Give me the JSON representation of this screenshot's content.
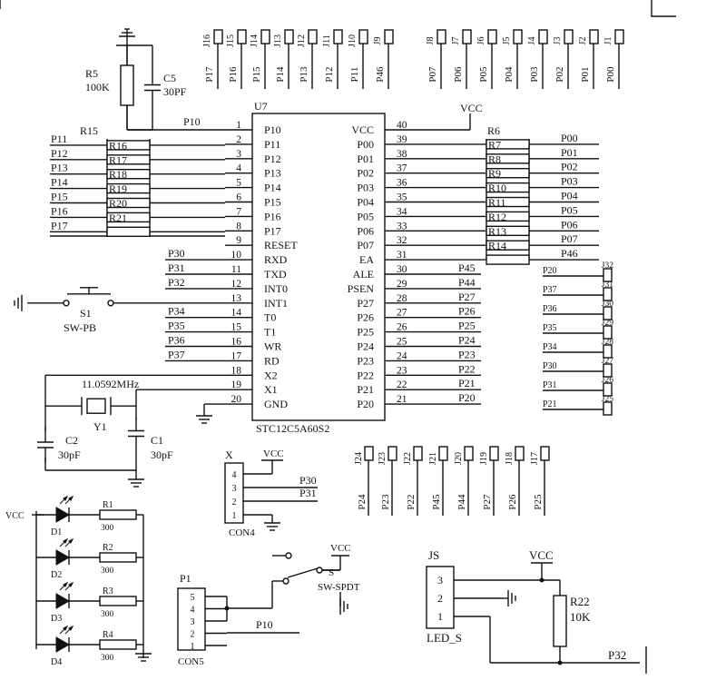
{
  "chip": {
    "ref": "U7",
    "part": "STC12C5A60S2",
    "left": [
      {
        "num": "1",
        "name": "P10"
      },
      {
        "num": "2",
        "name": "P11"
      },
      {
        "num": "3",
        "name": "P12"
      },
      {
        "num": "4",
        "name": "P13"
      },
      {
        "num": "5",
        "name": "P14"
      },
      {
        "num": "6",
        "name": "P15"
      },
      {
        "num": "7",
        "name": "P16"
      },
      {
        "num": "8",
        "name": "P17"
      },
      {
        "num": "9",
        "name": "RESET"
      },
      {
        "num": "10",
        "name": "RXD"
      },
      {
        "num": "11",
        "name": "TXD"
      },
      {
        "num": "12",
        "name": "INT0"
      },
      {
        "num": "13",
        "name": "INT1"
      },
      {
        "num": "14",
        "name": "T0"
      },
      {
        "num": "15",
        "name": "T1"
      },
      {
        "num": "16",
        "name": "WR"
      },
      {
        "num": "17",
        "name": "RD"
      },
      {
        "num": "18",
        "name": "X2"
      },
      {
        "num": "19",
        "name": "X1"
      },
      {
        "num": "20",
        "name": "GND"
      }
    ],
    "right": [
      {
        "num": "40",
        "name": "VCC"
      },
      {
        "num": "39",
        "name": "P00"
      },
      {
        "num": "38",
        "name": "P01"
      },
      {
        "num": "37",
        "name": "P02"
      },
      {
        "num": "36",
        "name": "P03"
      },
      {
        "num": "35",
        "name": "P04"
      },
      {
        "num": "34",
        "name": "P05"
      },
      {
        "num": "33",
        "name": "P06"
      },
      {
        "num": "32",
        "name": "P07"
      },
      {
        "num": "31",
        "name": "EA"
      },
      {
        "num": "30",
        "name": "ALE"
      },
      {
        "num": "29",
        "name": "PSEN"
      },
      {
        "num": "28",
        "name": "P27"
      },
      {
        "num": "27",
        "name": "P26"
      },
      {
        "num": "26",
        "name": "P25"
      },
      {
        "num": "25",
        "name": "P24"
      },
      {
        "num": "24",
        "name": "P23"
      },
      {
        "num": "23",
        "name": "P22"
      },
      {
        "num": "22",
        "name": "P21"
      },
      {
        "num": "21",
        "name": "P20"
      }
    ]
  },
  "left_nets": {
    "pull": [
      "P11",
      "P12",
      "P13",
      "P14",
      "P15",
      "P16",
      "P17"
    ],
    "res": [
      "R16",
      "R17",
      "R18",
      "R19",
      "R20",
      "R21"
    ],
    "r15": "R15",
    "p10": "P10",
    "mid": [
      "P30",
      "P31",
      "P32",
      "",
      "P34",
      "P35",
      "P36",
      "P37"
    ]
  },
  "right_nets": {
    "res": [
      "R7",
      "R8",
      "R9",
      "R10",
      "R11",
      "R12",
      "R13",
      "R14"
    ],
    "nets": [
      "P00",
      "P01",
      "P02",
      "P03",
      "P04",
      "P05",
      "P06",
      "P07",
      "P46"
    ],
    "r6": "R6",
    "vcc": "VCC",
    "mid": [
      "P45",
      "P44",
      "P27",
      "P26",
      "P25",
      "P24",
      "P23",
      "P22",
      "P21",
      "P20"
    ]
  },
  "reset_rc": {
    "r_ref": "R5",
    "r_val": "100K",
    "c_ref": "C5",
    "c_val": "30PF"
  },
  "switch": {
    "ref": "S1",
    "type": "SW-PB"
  },
  "crystal": {
    "freq": "11.0592MHz",
    "ref": "Y1",
    "c2_ref": "C2",
    "c2_val": "30pF",
    "c1_ref": "C1",
    "c1_val": "30pF"
  },
  "top_headers": [
    {
      "j": "J16",
      "net": "P17"
    },
    {
      "j": "J15",
      "net": "P16"
    },
    {
      "j": "J14",
      "net": "P15"
    },
    {
      "j": "J13",
      "net": "P14"
    },
    {
      "j": "J12",
      "net": "P13"
    },
    {
      "j": "J11",
      "net": "P12"
    },
    {
      "j": "J10",
      "net": "P11"
    },
    {
      "j": "J9",
      "net": "P46"
    },
    {
      "j": "J8",
      "net": "P07"
    },
    {
      "j": "J7",
      "net": "P06"
    },
    {
      "j": "J6",
      "net": "P05"
    },
    {
      "j": "J5",
      "net": "P04"
    },
    {
      "j": "J4",
      "net": "P03"
    },
    {
      "j": "J3",
      "net": "P02"
    },
    {
      "j": "J2",
      "net": "P01"
    },
    {
      "j": "J1",
      "net": "P00"
    }
  ],
  "right_headers": [
    {
      "j": "J32",
      "net": "P20"
    },
    {
      "j": "J31",
      "net": "P37"
    },
    {
      "j": "J30",
      "net": "P36"
    },
    {
      "j": "J29",
      "net": "P35"
    },
    {
      "j": "J28",
      "net": "P34"
    },
    {
      "j": "J27",
      "net": "P30"
    },
    {
      "j": "J26",
      "net": "P31"
    },
    {
      "j": "J25",
      "net": "P21"
    }
  ],
  "bottom_headers": [
    {
      "j": "J24",
      "net": "P24"
    },
    {
      "j": "J23",
      "net": "P23"
    },
    {
      "j": "J22",
      "net": "P22"
    },
    {
      "j": "J21",
      "net": "P45"
    },
    {
      "j": "J20",
      "net": "P44"
    },
    {
      "j": "J19",
      "net": "P27"
    },
    {
      "j": "J18",
      "net": "P26"
    },
    {
      "j": "J17",
      "net": "P25"
    }
  ],
  "con4": {
    "title": "X",
    "ref": "CON4",
    "vcc": "VCC",
    "pins": [
      "4",
      "3",
      "2",
      "1"
    ],
    "nets": [
      "P30",
      "P31"
    ]
  },
  "leds": {
    "vcc": "VCC",
    "items": [
      {
        "d": "D1",
        "r": "R1",
        "v": "300"
      },
      {
        "d": "D2",
        "r": "R2",
        "v": "300"
      },
      {
        "d": "D3",
        "r": "R3",
        "v": "300"
      },
      {
        "d": "D4",
        "r": "R4",
        "v": "300"
      }
    ]
  },
  "con5": {
    "title": "P1",
    "ref": "CON5",
    "pins": [
      "5",
      "4",
      "3",
      "2",
      "1"
    ],
    "net": "P10",
    "sw_ref": "S",
    "sw_type": "SW-SPDT",
    "vcc": "VCC"
  },
  "led_s": {
    "title": "JS",
    "ref": "LED_S",
    "pins": [
      "3",
      "2",
      "1"
    ],
    "vcc": "VCC",
    "r_ref": "R22",
    "r_val": "10K",
    "net": "P32"
  }
}
